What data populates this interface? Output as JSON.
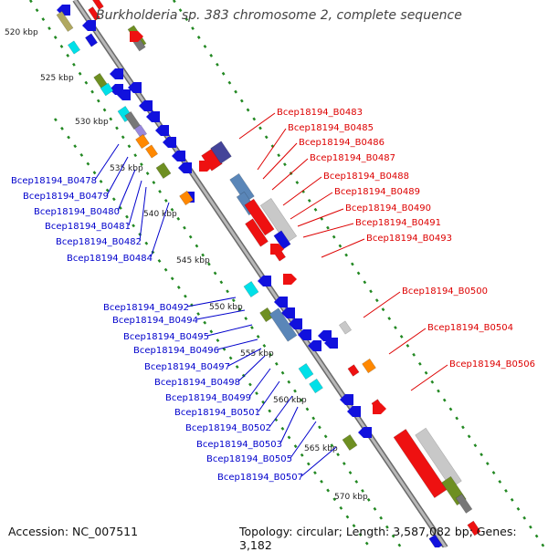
{
  "title": "Burkholderia sp. 383 chromosome 2, complete sequence",
  "accession": "Accession: NC_007511",
  "topology": "Topology: circular; Length: 3,587,082 bp; Genes: 3,182",
  "colors": {
    "forward_label": "#dd0000",
    "reverse_label": "#0000cc",
    "backbone": "#8c8c8c",
    "tick": "#228822"
  },
  "kbp_ticks": [
    "520 kbp",
    "525 kbp",
    "530 kbp",
    "535 kbp",
    "540 kbp",
    "545 kbp",
    "550 kbp",
    "555 kbp",
    "560 kbp",
    "565 kbp",
    "570 kbp"
  ],
  "forward_genes": [
    "Bcep18194_B0483",
    "Bcep18194_B0485",
    "Bcep18194_B0486",
    "Bcep18194_B0487",
    "Bcep18194_B0488",
    "Bcep18194_B0489",
    "Bcep18194_B0490",
    "Bcep18194_B0491",
    "Bcep18194_B0493",
    "Bcep18194_B0500",
    "Bcep18194_B0504",
    "Bcep18194_B0506"
  ],
  "reverse_genes": [
    "Bcep18194_B0478",
    "Bcep18194_B0479",
    "Bcep18194_B0480",
    "Bcep18194_B0481",
    "Bcep18194_B0482",
    "Bcep18194_B0484",
    "Bcep18194_B0492",
    "Bcep18194_B0494",
    "Bcep18194_B0495",
    "Bcep18194_B0496",
    "Bcep18194_B0497",
    "Bcep18194_B0498",
    "Bcep18194_B0499",
    "Bcep18194_B0501",
    "Bcep18194_B0502",
    "Bcep18194_B0503",
    "Bcep18194_B0505",
    "Bcep18194_B0507"
  ]
}
